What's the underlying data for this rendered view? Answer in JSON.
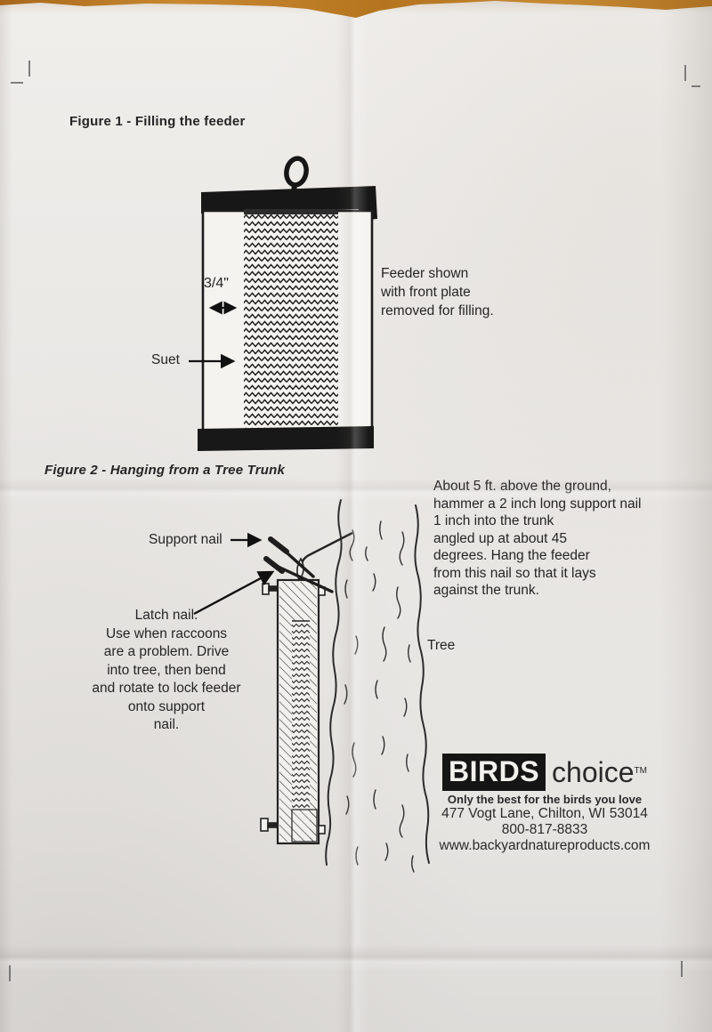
{
  "document": {
    "figure1": {
      "title": "Figure 1 - Filling the feeder",
      "width_label": "3/4\"",
      "suet_label": "Suet",
      "caption": "Feeder shown\nwith front plate\nremoved for filling."
    },
    "figure2": {
      "title": "Figure 2 - Hanging from a Tree Trunk",
      "instructions": "About 5 ft. above the ground,\nhammer a 2 inch long support nail\n1 inch into the trunk\nangled up at about 45\ndegrees. Hang the feeder\nfrom this nail so that it lays\nagainst the trunk.",
      "support_nail_label": "Support nail",
      "latch_note": "Latch nail.\nUse when raccoons\nare a problem. Drive\ninto tree, then bend\nand rotate to lock feeder\nonto support\nnail.",
      "tree_label": "Tree"
    },
    "brand": {
      "name_primary": "BIRDS",
      "name_secondary": "choice",
      "trademark": "TM",
      "tagline": "Only the best for the birds you love",
      "address": "477 Vogt Lane, Chilton, WI 53014",
      "phone": "800-817-8833",
      "website": "www.backyardnatureproducts.com"
    }
  },
  "colors": {
    "wood_table": "#b5741f",
    "paper": "#ebe9e6",
    "ink": "#1f1f1f"
  }
}
